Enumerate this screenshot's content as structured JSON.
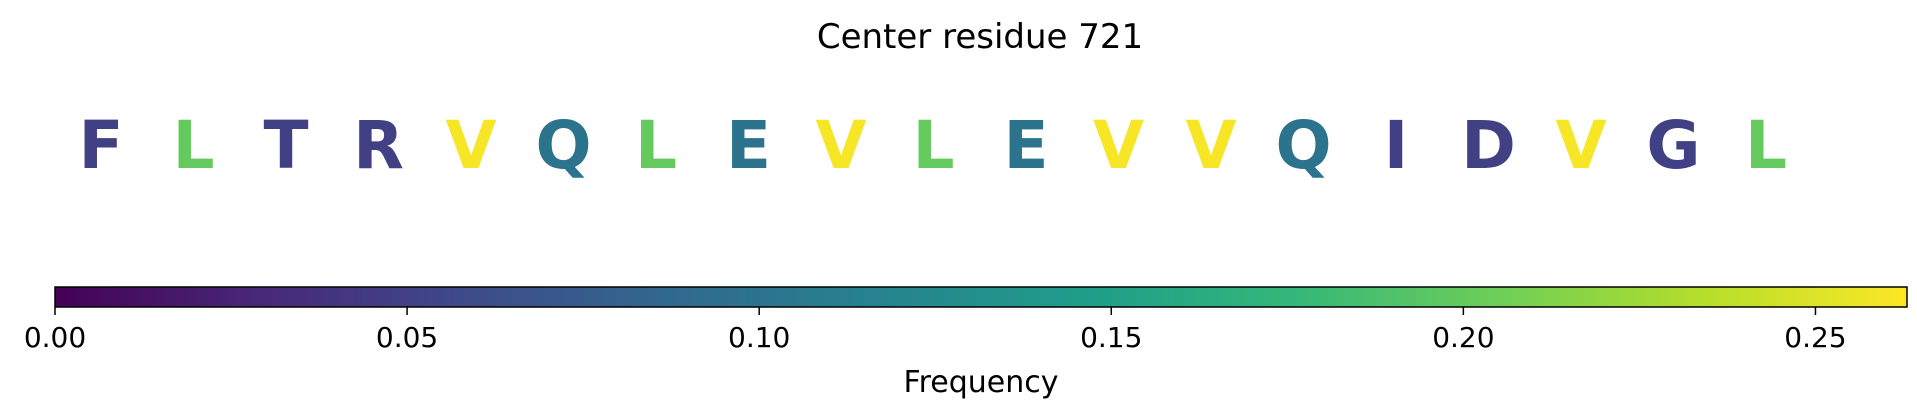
{
  "chart_data": {
    "type": "heatmap",
    "title": "Center residue 721",
    "residues": [
      {
        "letter": "F",
        "frequency": 0.05
      },
      {
        "letter": "L",
        "frequency": 0.2
      },
      {
        "letter": "T",
        "frequency": 0.05
      },
      {
        "letter": "R",
        "frequency": 0.05
      },
      {
        "letter": "V",
        "frequency": 0.26
      },
      {
        "letter": "Q",
        "frequency": 0.1
      },
      {
        "letter": "L",
        "frequency": 0.2
      },
      {
        "letter": "E",
        "frequency": 0.1
      },
      {
        "letter": "V",
        "frequency": 0.26
      },
      {
        "letter": "L",
        "frequency": 0.2
      },
      {
        "letter": "E",
        "frequency": 0.1
      },
      {
        "letter": "V",
        "frequency": 0.26
      },
      {
        "letter": "V",
        "frequency": 0.26
      },
      {
        "letter": "Q",
        "frequency": 0.1
      },
      {
        "letter": "I",
        "frequency": 0.05
      },
      {
        "letter": "D",
        "frequency": 0.05
      },
      {
        "letter": "V",
        "frequency": 0.26
      },
      {
        "letter": "G",
        "frequency": 0.05
      },
      {
        "letter": "L",
        "frequency": 0.2
      }
    ],
    "colorbar": {
      "label": "Frequency",
      "range": [
        0,
        0.263
      ],
      "ticks": [
        0.0,
        0.05,
        0.1,
        0.15,
        0.2,
        0.25
      ],
      "tick_labels": [
        "0.00",
        "0.05",
        "0.10",
        "0.15",
        "0.20",
        "0.25"
      ],
      "colormap": "viridis"
    }
  }
}
